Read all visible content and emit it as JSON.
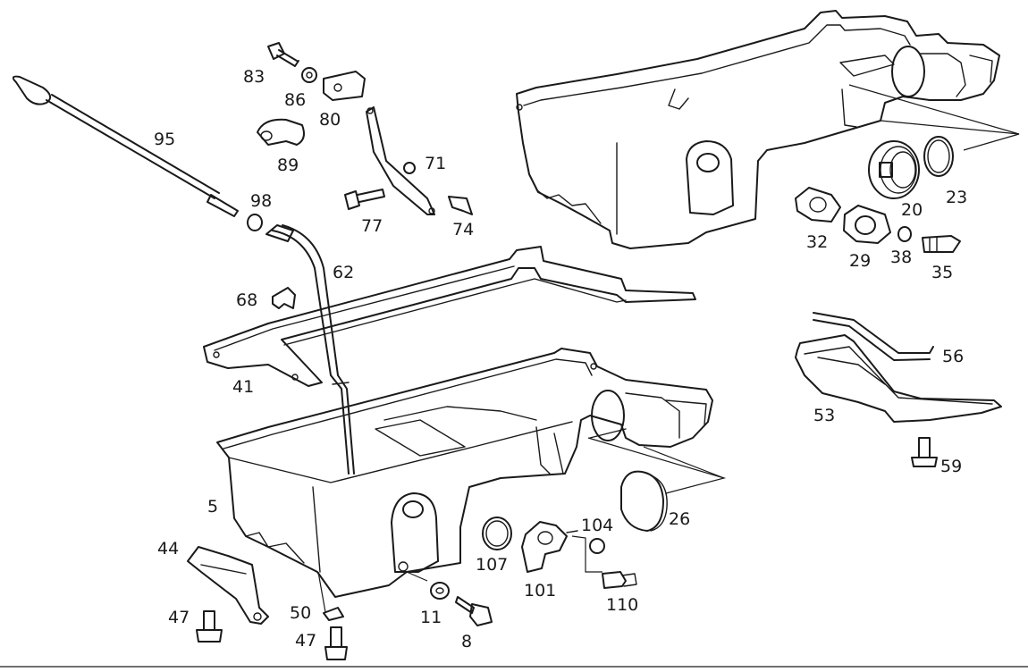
{
  "diagram": {
    "callouts": [
      {
        "id": "95",
        "label": "95"
      },
      {
        "id": "83",
        "label": "83"
      },
      {
        "id": "86",
        "label": "86"
      },
      {
        "id": "80",
        "label": "80"
      },
      {
        "id": "89",
        "label": "89"
      },
      {
        "id": "71",
        "label": "71"
      },
      {
        "id": "98",
        "label": "98"
      },
      {
        "id": "77",
        "label": "77"
      },
      {
        "id": "74",
        "label": "74"
      },
      {
        "id": "62",
        "label": "62"
      },
      {
        "id": "68",
        "label": "68"
      },
      {
        "id": "41",
        "label": "41"
      },
      {
        "id": "5",
        "label": "5"
      },
      {
        "id": "44",
        "label": "44"
      },
      {
        "id": "47a",
        "label": "47"
      },
      {
        "id": "50",
        "label": "50"
      },
      {
        "id": "47b",
        "label": "47"
      },
      {
        "id": "11",
        "label": "11"
      },
      {
        "id": "8",
        "label": "8"
      },
      {
        "id": "107",
        "label": "107"
      },
      {
        "id": "101",
        "label": "101"
      },
      {
        "id": "104",
        "label": "104"
      },
      {
        "id": "110",
        "label": "110"
      },
      {
        "id": "26",
        "label": "26"
      },
      {
        "id": "23",
        "label": "23"
      },
      {
        "id": "20",
        "label": "20"
      },
      {
        "id": "32",
        "label": "32"
      },
      {
        "id": "29",
        "label": "29"
      },
      {
        "id": "38",
        "label": "38"
      },
      {
        "id": "35",
        "label": "35"
      },
      {
        "id": "56",
        "label": "56"
      },
      {
        "id": "53",
        "label": "53"
      },
      {
        "id": "59",
        "label": "59"
      }
    ]
  }
}
